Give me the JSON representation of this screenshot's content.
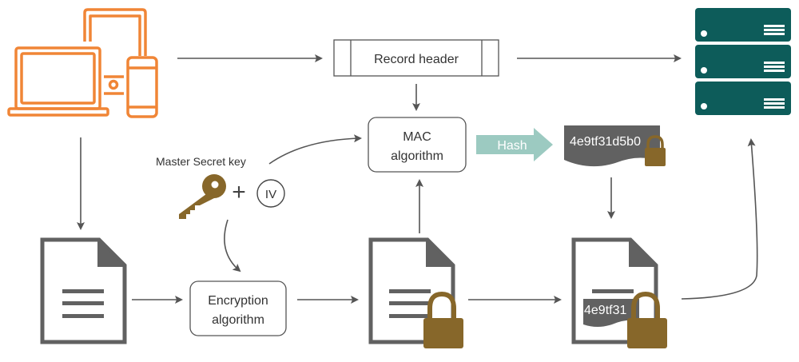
{
  "title": "TLS record MAC and encryption flow",
  "colors": {
    "device": "#f08536",
    "server": "#0d5c5a",
    "lock": "#87672a",
    "key": "#87672a",
    "doc": "#616161",
    "hash_arrow": "#9ccac1",
    "arrow": "#555555"
  },
  "nodes": {
    "record_header": "Record header",
    "mac_line1": "MAC",
    "mac_line2": "algorithm",
    "hash_label": "Hash",
    "hash_value": "4e9tf31d5b0",
    "master_key_label": "Master Secret key",
    "plus": "+",
    "iv_label": "IV",
    "enc_line1": "Encryption",
    "enc_line2": "algorithm",
    "doc_hash_value": "4e9tf31"
  },
  "icons": {
    "client": "devices-icon",
    "server": "server-stack-icon",
    "key": "key-icon",
    "lock": "padlock-icon",
    "document": "document-icon"
  }
}
